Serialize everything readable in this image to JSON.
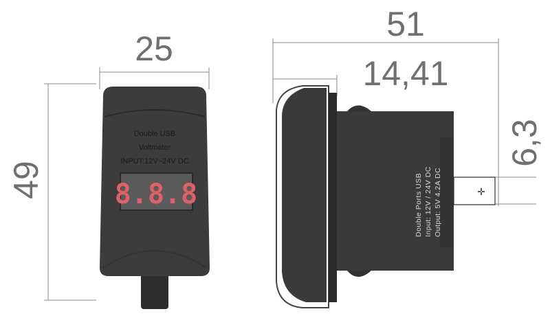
{
  "dimensions": {
    "front_width": "25",
    "front_height": "49",
    "total_depth": "51",
    "bezel_depth": "14,41",
    "terminal_height": "6,3"
  },
  "front_label": {
    "line1": "Double USB",
    "line2": "Voltmeter",
    "line3": "INPUT:12V~24V DC",
    "display": "8.8.8"
  },
  "side_label": {
    "line1": "Double Ports USB",
    "line2": "Input: 12V / 24V DC",
    "line3": "Output: 5V  4.2A DC"
  },
  "colors": {
    "body": "#3c3c3c",
    "display": "#e0606a",
    "dimension": "#707070"
  }
}
